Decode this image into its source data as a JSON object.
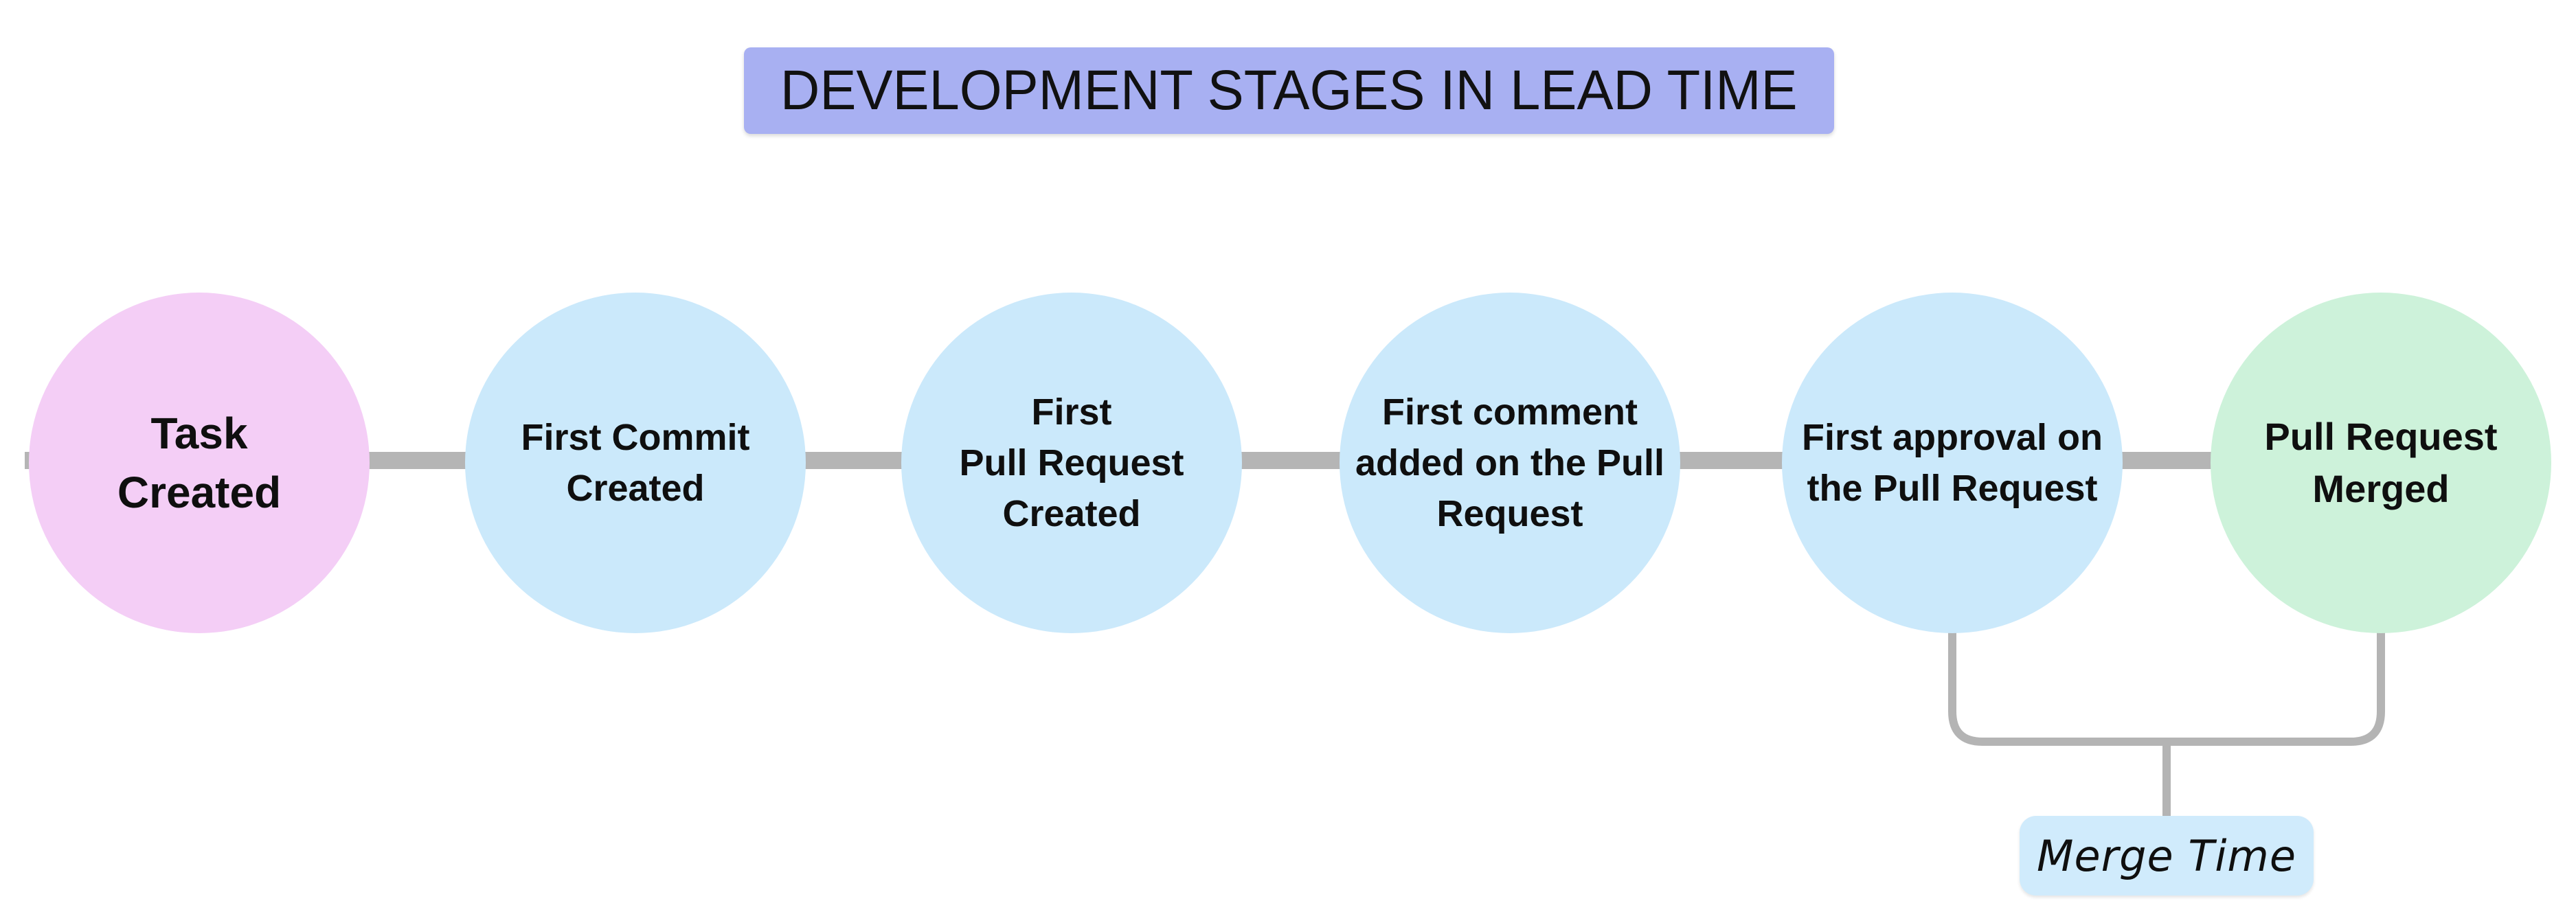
{
  "title": {
    "text": "DEVELOPMENT STAGES IN LEAD TIME"
  },
  "stages": [
    {
      "id": "task-created",
      "label": "Task Created",
      "lines": [
        "Task",
        "Created"
      ],
      "color": "#f4cef6"
    },
    {
      "id": "first-commit-created",
      "label": "First Commit Created",
      "lines": [
        "First Commit",
        "Created"
      ],
      "color": "#cbe9fb"
    },
    {
      "id": "first-pull-request-created",
      "label": "First Pull Request Created",
      "lines": [
        "First",
        "Pull Request",
        "Created"
      ],
      "color": "#cbe9fb"
    },
    {
      "id": "first-comment-added",
      "label": "First comment added on the Pull Request",
      "lines": [
        "First comment",
        "added on the Pull",
        "Request"
      ],
      "color": "#cbe9fb"
    },
    {
      "id": "first-approval",
      "label": "First approval on the Pull Request",
      "lines": [
        "First approval on",
        "the Pull Request"
      ],
      "color": "#cbe9fb"
    },
    {
      "id": "pull-request-merged",
      "label": "Pull Request Merged",
      "lines": [
        "Pull Request",
        "Merged"
      ],
      "color": "#cdf2da"
    }
  ],
  "annotation": {
    "label": "Merge Time",
    "color": "#d0ebfc",
    "connects": [
      "first-approval",
      "pull-request-merged"
    ]
  },
  "colors": {
    "background": "#ffffff",
    "banner": "#a8b0f2",
    "connector": "#b5b5b5",
    "bracket": "#b4b4b4",
    "text": "#0f0f0f"
  }
}
